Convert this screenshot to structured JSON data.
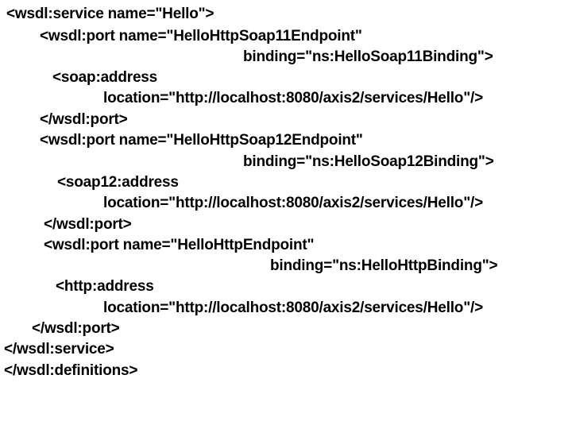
{
  "document": {
    "kind": "wsdl-xml-snippet",
    "background_color": "#ffffff",
    "text_color": "#000000",
    "lines": [
      {
        "id": "line-1",
        "text": "<wsdl:service name=\"Hello\">"
      },
      {
        "id": "line-2",
        "text": "<wsdl:port name=\"HelloHttpSoap11Endpoint\""
      },
      {
        "id": "line-3",
        "text": "binding=\"ns:HelloSoap11Binding\">"
      },
      {
        "id": "line-4",
        "text": "<soap:address"
      },
      {
        "id": "line-5",
        "text": "location=\"http://localhost:8080/axis2/services/Hello\"/>"
      },
      {
        "id": "line-6",
        "text": "</wsdl:port>"
      },
      {
        "id": "line-7",
        "text": "<wsdl:port name=\"HelloHttpSoap12Endpoint\""
      },
      {
        "id": "line-8",
        "text": "binding=\"ns:HelloSoap12Binding\">"
      },
      {
        "id": "line-9",
        "text": "<soap12:address"
      },
      {
        "id": "line-10",
        "text": "location=\"http://localhost:8080/axis2/services/Hello\"/>"
      },
      {
        "id": "line-11",
        "text": "</wsdl:port>"
      },
      {
        "id": "line-12",
        "text": "<wsdl:port name=\"HelloHttpEndpoint\""
      },
      {
        "id": "line-13",
        "text": "binding=\"ns:HelloHttpBinding\">"
      },
      {
        "id": "line-14",
        "text": "<http:address"
      },
      {
        "id": "line-15",
        "text": "location=\"http://localhost:8080/axis2/services/Hello\"/>"
      },
      {
        "id": "line-16",
        "text": "</wsdl:port>"
      },
      {
        "id": "line-17",
        "text": "</wsdl:service>"
      },
      {
        "id": "line-18",
        "text": "</wsdl:definitions>"
      }
    ]
  }
}
